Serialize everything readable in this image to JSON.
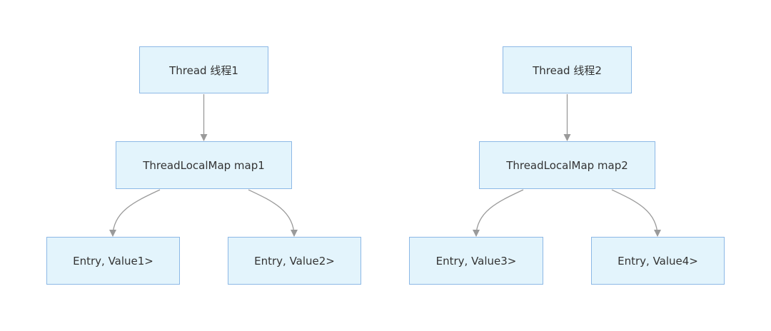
{
  "diagram": {
    "nodes": {
      "thread1": "Thread 线程1",
      "thread2": "Thread 线程2",
      "map1": "ThreadLocalMap map1",
      "map2": "ThreadLocalMap map2",
      "entry1": "Entry, Value1>",
      "entry2": "Entry, Value2>",
      "entry3": "Entry, Value3>",
      "entry4": "Entry, Value4>"
    },
    "edges": [
      {
        "from": "thread1",
        "to": "map1"
      },
      {
        "from": "map1",
        "to": "entry1"
      },
      {
        "from": "map1",
        "to": "entry2"
      },
      {
        "from": "thread2",
        "to": "map2"
      },
      {
        "from": "map2",
        "to": "entry3"
      },
      {
        "from": "map2",
        "to": "entry4"
      }
    ],
    "colors": {
      "node_fill": "#e3f4fc",
      "node_border": "#8cb8e6",
      "edge": "#9a9a9a",
      "text": "#333333"
    }
  }
}
